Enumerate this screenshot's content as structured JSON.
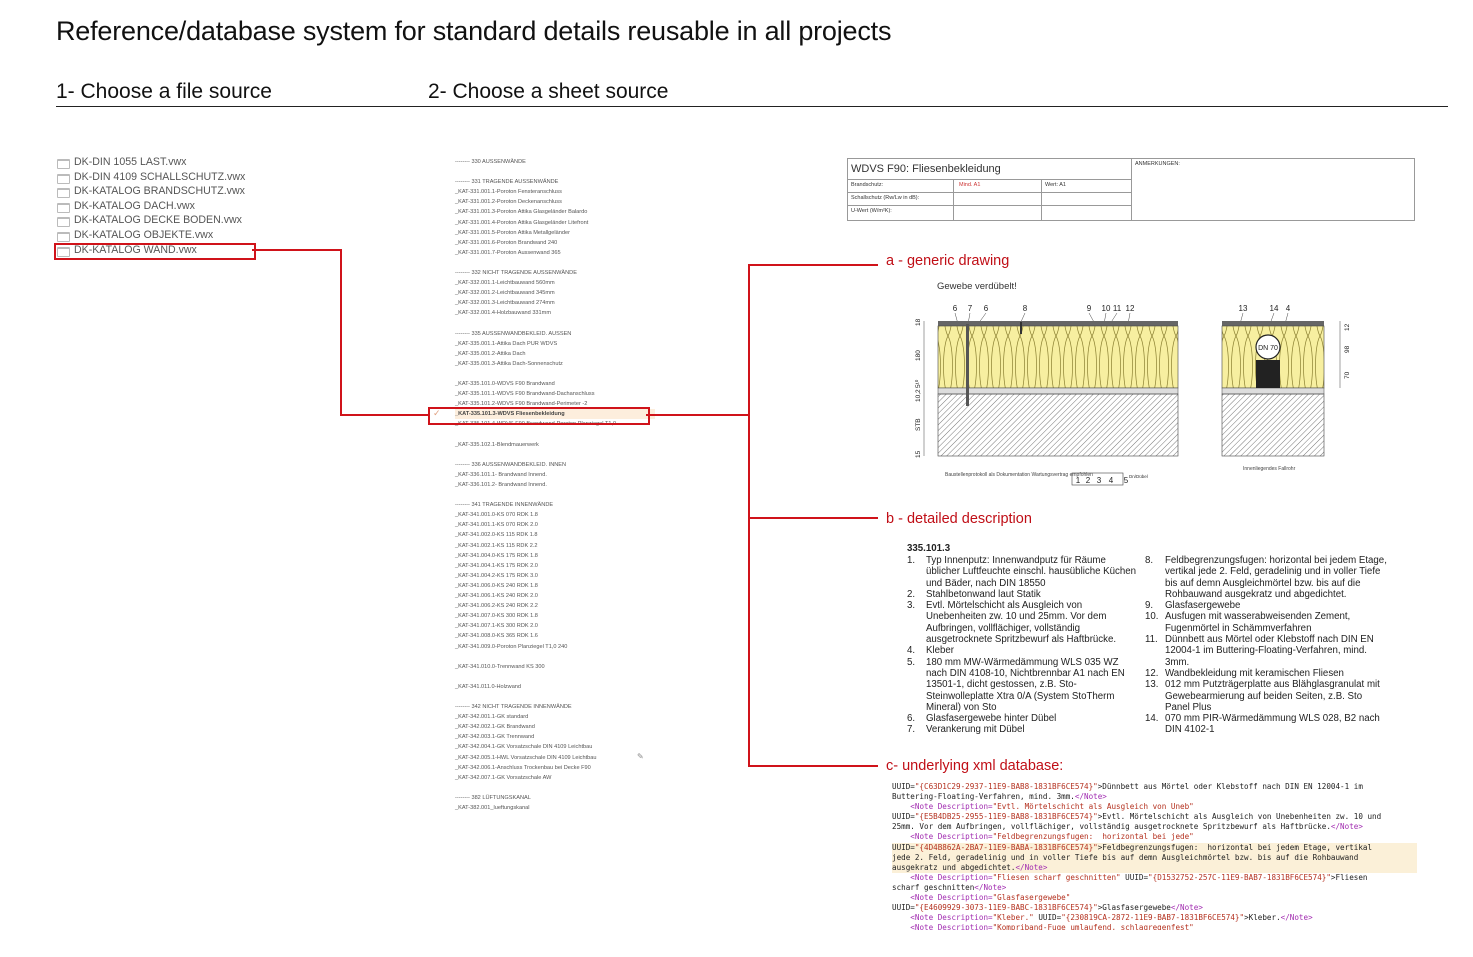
{
  "title": "Reference/database system for standard details reusable in all projects",
  "steps": {
    "one": "1- Choose a file source",
    "two": "2- Choose a sheet source"
  },
  "files": [
    "DK-DIN 1055 LAST.vwx",
    "DK-DIN 4109 SCHALLSCHUTZ.vwx",
    "DK-KATALOG BRANDSCHUTZ.vwx",
    "DK-KATALOG DACH.vwx",
    "DK-KATALOG DECKE BODEN.vwx",
    "DK-KATALOG OBJEKTE.vwx",
    "DK-KATALOG WAND.vwx"
  ],
  "sheets": [
    "-------- 330 AUSSENWÄNDE",
    "",
    "-------- 331 TRAGENDE AUSSENWÄNDE",
    "_KAT-331.001.1-Poroton Fensteranschluss",
    "_KAT-331.001.2-Poroton Deckenanschluss",
    "_KAT-331.001.3-Poroton Attika Glasgeländer Balardo",
    "_KAT-331.001.4-Poroton Attika Glasgeländer Litefront",
    "_KAT-331.001.5-Poroton Attika Metallgeländer",
    "_KAT-331.001.6-Poroton Brandwand 240",
    "_KAT-331.001.7-Poroton Aussenwand 365",
    "",
    "-------- 332 NICHT TRAGENDE AUSSENWÄNDE",
    "_KAT-332.001.1-Leichtbauwand 560mm",
    "_KAT-332.001.2-Leichtbauwand 345mm",
    "_KAT-332.001.3-Leichtbauwand 274mm",
    "_KAT-332.001.4-Holzbauwand 331mm",
    "",
    "-------- 335 AUSSENWANDBEKLEID. AUSSEN",
    "_KAT-335.001.1-Attika Dach PUR WDVS",
    "_KAT-335.001.2-Attika Dach",
    "_KAT-335.001.3-Attika Dach-Sonnenschutz",
    "",
    "_KAT-335.101.0-WDVS F90 Brandwand",
    "_KAT-335.101.1-WDVS F90 Brandwand-Dachanschluss",
    "_KAT-335.101.2-WDVS F90 Brandwand-Perimeter -2",
    "_KAT-335.101.3-WDVS Fliesenbekleidung",
    "_KAT-335.101.4-WDVS F90 Brandwand-Poroton Planziegel T1,0",
    "",
    "_KAT-335.102.1-Blendmauerwerk",
    "",
    "-------- 336 AUSSENWANDBEKLEID. INNEN",
    "_KAT-336.101.1- Brandwand Innend.",
    "_KAT-336.101.2- Brandwand Innend.",
    "",
    "-------- 341 TRAGENDE INNENWÄNDE",
    "_KAT-341.001.0-KS 070 RDK 1.8",
    "_KAT-341.001.1-KS 070 RDK 2.0",
    "_KAT-341.002.0-KS 115 RDK 1.8",
    "_KAT-341.002.1-KS 115 RDK 2.2",
    "_KAT-341.004.0-KS 175 RDK 1.8",
    "_KAT-341.004.1-KS 175 RDK 2.0",
    "_KAT-341.004.2-KS 175 RDK 3.0",
    "_KAT-341.006.0-KS 240 RDK 1.8",
    "_KAT-341.006.1-KS 240 RDK 2.0",
    "_KAT-341.006.2-KS 240 RDK 2.2",
    "_KAT-341.007.0-KS 300 RDK 1.8",
    "_KAT-341.007.1-KS 300 RDK 2.0",
    "_KAT-341.008.0-KS 365 RDK 1.6",
    "_KAT-341.009.0-Poroton Planziegel T1,0 240",
    "",
    "_KAT-341.010.0-Trennwand KS 300",
    "",
    "_KAT-341.011.0-Holzwand",
    "",
    "-------- 342 NICHT TRAGENDE INNENWÄNDE",
    "_KAT-342.001.1-GK standard",
    "_KAT-342.002.1-GK Brandwand",
    "_KAT-342.003.1-GK Trennwand",
    "_KAT-342.004.1-GK Vorsatzschale DIN 4109 Leichtbau",
    "_KAT-342.005.1-HWL Vorsatzschale DIN 4109 Leichtbau",
    "_KAT-342.006.1-Anschluss Trockenbau bei Decke F90",
    "_KAT-342.007.1-GK Vorsatzschale AW",
    "",
    "-------- 382 LÜFTUNGSKANAL",
    "_KAT-382.001_lueftungskanal"
  ],
  "selected_sheet_index": 25,
  "labels": {
    "a": "a - generic drawing",
    "b": "b - detailed description",
    "c": "c- underlying xml database:"
  },
  "titleblock": {
    "title": "WDVS F90: Fliesenbekleidung",
    "anmerkungen": "ANMERKUNGEN:",
    "brandschutz": "Brandschutz:",
    "mind": "Mind. A1",
    "wert": "Wert: A1",
    "schallschutz": "Schallschutz (Rw/Lw in dB):",
    "uwert": "U-Wert (W/m²K):"
  },
  "drawing": {
    "note": "Gewebe verdübelt!",
    "top_numbers_left": [
      "6",
      "7",
      "6",
      "8",
      "9",
      "10",
      "11",
      "12"
    ],
    "top_numbers_right": [
      "13",
      "14",
      "4"
    ],
    "left_dims": [
      "18",
      "180",
      "5¹⁰",
      "10,2",
      "STB",
      "15"
    ],
    "right_dims": [
      "12",
      "98",
      "70"
    ],
    "circle": "DN 70",
    "bottom_numbers": [
      "1",
      "2",
      "3",
      "4",
      "5"
    ],
    "bottom_tag": "Dn/Dübel",
    "note_bl": "Baustellenprotokoll als Dokumentation Wartungsvertrag empfohlen",
    "note_br": "Innenliegendes Fallrohr"
  },
  "description": {
    "number": "335.101.3",
    "left": [
      [
        "1.",
        "Typ Innenputz: Innenwandputz für Räume üblicher Luftfeuchte einschl. hausübliche Küchen und Bäder, nach DIN 18550"
      ],
      [
        "2.",
        "Stahlbetonwand laut Statik"
      ],
      [
        "3.",
        "Evtl. Mörtelschicht als Ausgleich von Unebenheiten zw. 10 und 25mm. Vor dem Aufbringen, vollflächiger, vollständig ausgetrocknete Spritzbewurf als Haftbrücke."
      ],
      [
        "4.",
        "Kleber"
      ],
      [
        "5.",
        "180 mm MW-Wärmedämmung WLS 035 WZ nach DIN 4108-10, Nichtbrennbar A1 nach EN 13501-1, dicht gestossen, z.B. Sto-Steinwolleplatte Xtra 0/A (System StoTherm Mineral) von Sto"
      ],
      [
        "6.",
        "Glasfasergewebe hinter Dübel"
      ],
      [
        "7.",
        "Verankerung mit Dübel"
      ]
    ],
    "right": [
      [
        "8.",
        "Feldbegrenzungsfugen:  horizontal bei jedem Etage, vertikal jede 2. Feld, geradelinig und in voller Tiefe bis auf demn Ausgleichmörtel bzw. bis auf die Rohbauwand ausgekratz und abgedichtet."
      ],
      [
        "9.",
        "Glasfasergewebe"
      ],
      [
        "10.",
        "Ausfugen mit wasserabweisenden Zement, Fugenmörtel in Schämmverfahren"
      ],
      [
        "11.",
        "Dünnbett aus Mörtel oder Klebstoff nach DIN EN 12004-1 im Buttering-Floating-Verfahren, mind. 3mm."
      ],
      [
        "12.",
        "Wandbekleidung mit keramischen Fliesen"
      ],
      [
        "13.",
        "012 mm Putzträgerplatte aus Blähglasgranulat mit Gewebearmierung auf beiden Seiten, z.B. Sto Panel Plus"
      ],
      [
        "14.",
        "070 mm PIR-Wärmedämmung WLS 028, B2 nach DIN 4102-1"
      ]
    ]
  },
  "xml": [
    {
      "hl": false,
      "parts": [
        [
          "t",
          "UUID="
        ],
        [
          "s",
          "\"{C63D1C29-2937-11E9-BAB8-1831BF6CE574}\""
        ],
        [
          "t",
          ">Dünnbett aus Mörtel oder Klebstoff nach DIN EN 12004-1 im"
        ]
      ]
    },
    {
      "hl": false,
      "parts": [
        [
          "t",
          "Buttering-Floating-Verfahren, mind. 3mm."
        ],
        [
          "g",
          "</Note>"
        ]
      ]
    },
    {
      "hl": false,
      "parts": [
        [
          "t",
          "    "
        ],
        [
          "g",
          "<Note Description="
        ],
        [
          "s",
          "\"Evtl. Mörtelschicht als Ausgleich von Uneb\""
        ]
      ]
    },
    {
      "hl": false,
      "parts": [
        [
          "t",
          "UUID="
        ],
        [
          "s",
          "\"{E5B4DB25-2955-11E9-BAB8-1831BF6CE574}\""
        ],
        [
          "t",
          ">Evtl. Mörtelschicht als Ausgleich von Unebenheiten zw. 10 und"
        ]
      ]
    },
    {
      "hl": false,
      "parts": [
        [
          "t",
          "25mm. Vor dem Aufbringen, vollflächiger, vollständig ausgetrocknete Spritzbewurf als Haftbrücke."
        ],
        [
          "g",
          "</Note>"
        ]
      ]
    },
    {
      "hl": false,
      "parts": [
        [
          "t",
          "    "
        ],
        [
          "g",
          "<Note Description="
        ],
        [
          "s",
          "\"Feldbegrenzungsfugen:  horizontal bei jede\""
        ]
      ]
    },
    {
      "hl": true,
      "parts": [
        [
          "t",
          "UUID="
        ],
        [
          "s",
          "\"{4D4B862A-2BA7-11E9-BABA-1831BF6CE574}\""
        ],
        [
          "t",
          ">Feldbegrenzungsfugen:  horizontal bei jedem Etage, vertikal"
        ]
      ]
    },
    {
      "hl": true,
      "parts": [
        [
          "t",
          "jede 2. Feld, geradelinig und in voller Tiefe bis auf demn Ausgleichmörtel bzw. bis auf die Rohbauwand"
        ]
      ]
    },
    {
      "hl": true,
      "parts": [
        [
          "t",
          "ausgekratz und abgedichtet."
        ],
        [
          "g",
          "</Note>"
        ]
      ]
    },
    {
      "hl": false,
      "parts": [
        [
          "t",
          "    "
        ],
        [
          "g",
          "<Note Description="
        ],
        [
          "s",
          "\"Fliesen scharf geschnitten\""
        ],
        [
          "t",
          " UUID="
        ],
        [
          "s",
          "\"{D1532752-257C-11E9-BAB7-1831BF6CE574}\""
        ],
        [
          "t",
          ">Fliesen"
        ]
      ]
    },
    {
      "hl": false,
      "parts": [
        [
          "t",
          "scharf geschnitten"
        ],
        [
          "g",
          "</Note>"
        ]
      ]
    },
    {
      "hl": false,
      "parts": [
        [
          "t",
          "    "
        ],
        [
          "g",
          "<Note Description="
        ],
        [
          "s",
          "\"Glasfasergewebe\""
        ]
      ]
    },
    {
      "hl": false,
      "parts": [
        [
          "t",
          "UUID="
        ],
        [
          "s",
          "\"{E4609929-3073-11E9-BABC-1831BF6CE574}\""
        ],
        [
          "t",
          ">Glasfasergewebe"
        ],
        [
          "g",
          "</Note>"
        ]
      ]
    },
    {
      "hl": false,
      "parts": [
        [
          "t",
          "    "
        ],
        [
          "g",
          "<Note Description="
        ],
        [
          "s",
          "\"Kleber.\""
        ],
        [
          "t",
          " UUID="
        ],
        [
          "s",
          "\"{230819CA-2872-11E9-BAB7-1831BF6CE574}\""
        ],
        [
          "t",
          ">Kleber."
        ],
        [
          "g",
          "</Note>"
        ]
      ]
    },
    {
      "hl": false,
      "parts": [
        [
          "t",
          "    "
        ],
        [
          "g",
          "<Note Description="
        ],
        [
          "s",
          "\"Kompriband-Fuge umlaufend, schlagregenfest\""
        ]
      ]
    }
  ],
  "colors": {
    "accent": "#d0131a",
    "label": "#c00e16",
    "xml_tag": "#a12bb0",
    "xml_string": "#b4311f"
  },
  "icons": {
    "file": "folder-icon",
    "selected": "checkmark-icon",
    "edit": "pencil-icon"
  }
}
